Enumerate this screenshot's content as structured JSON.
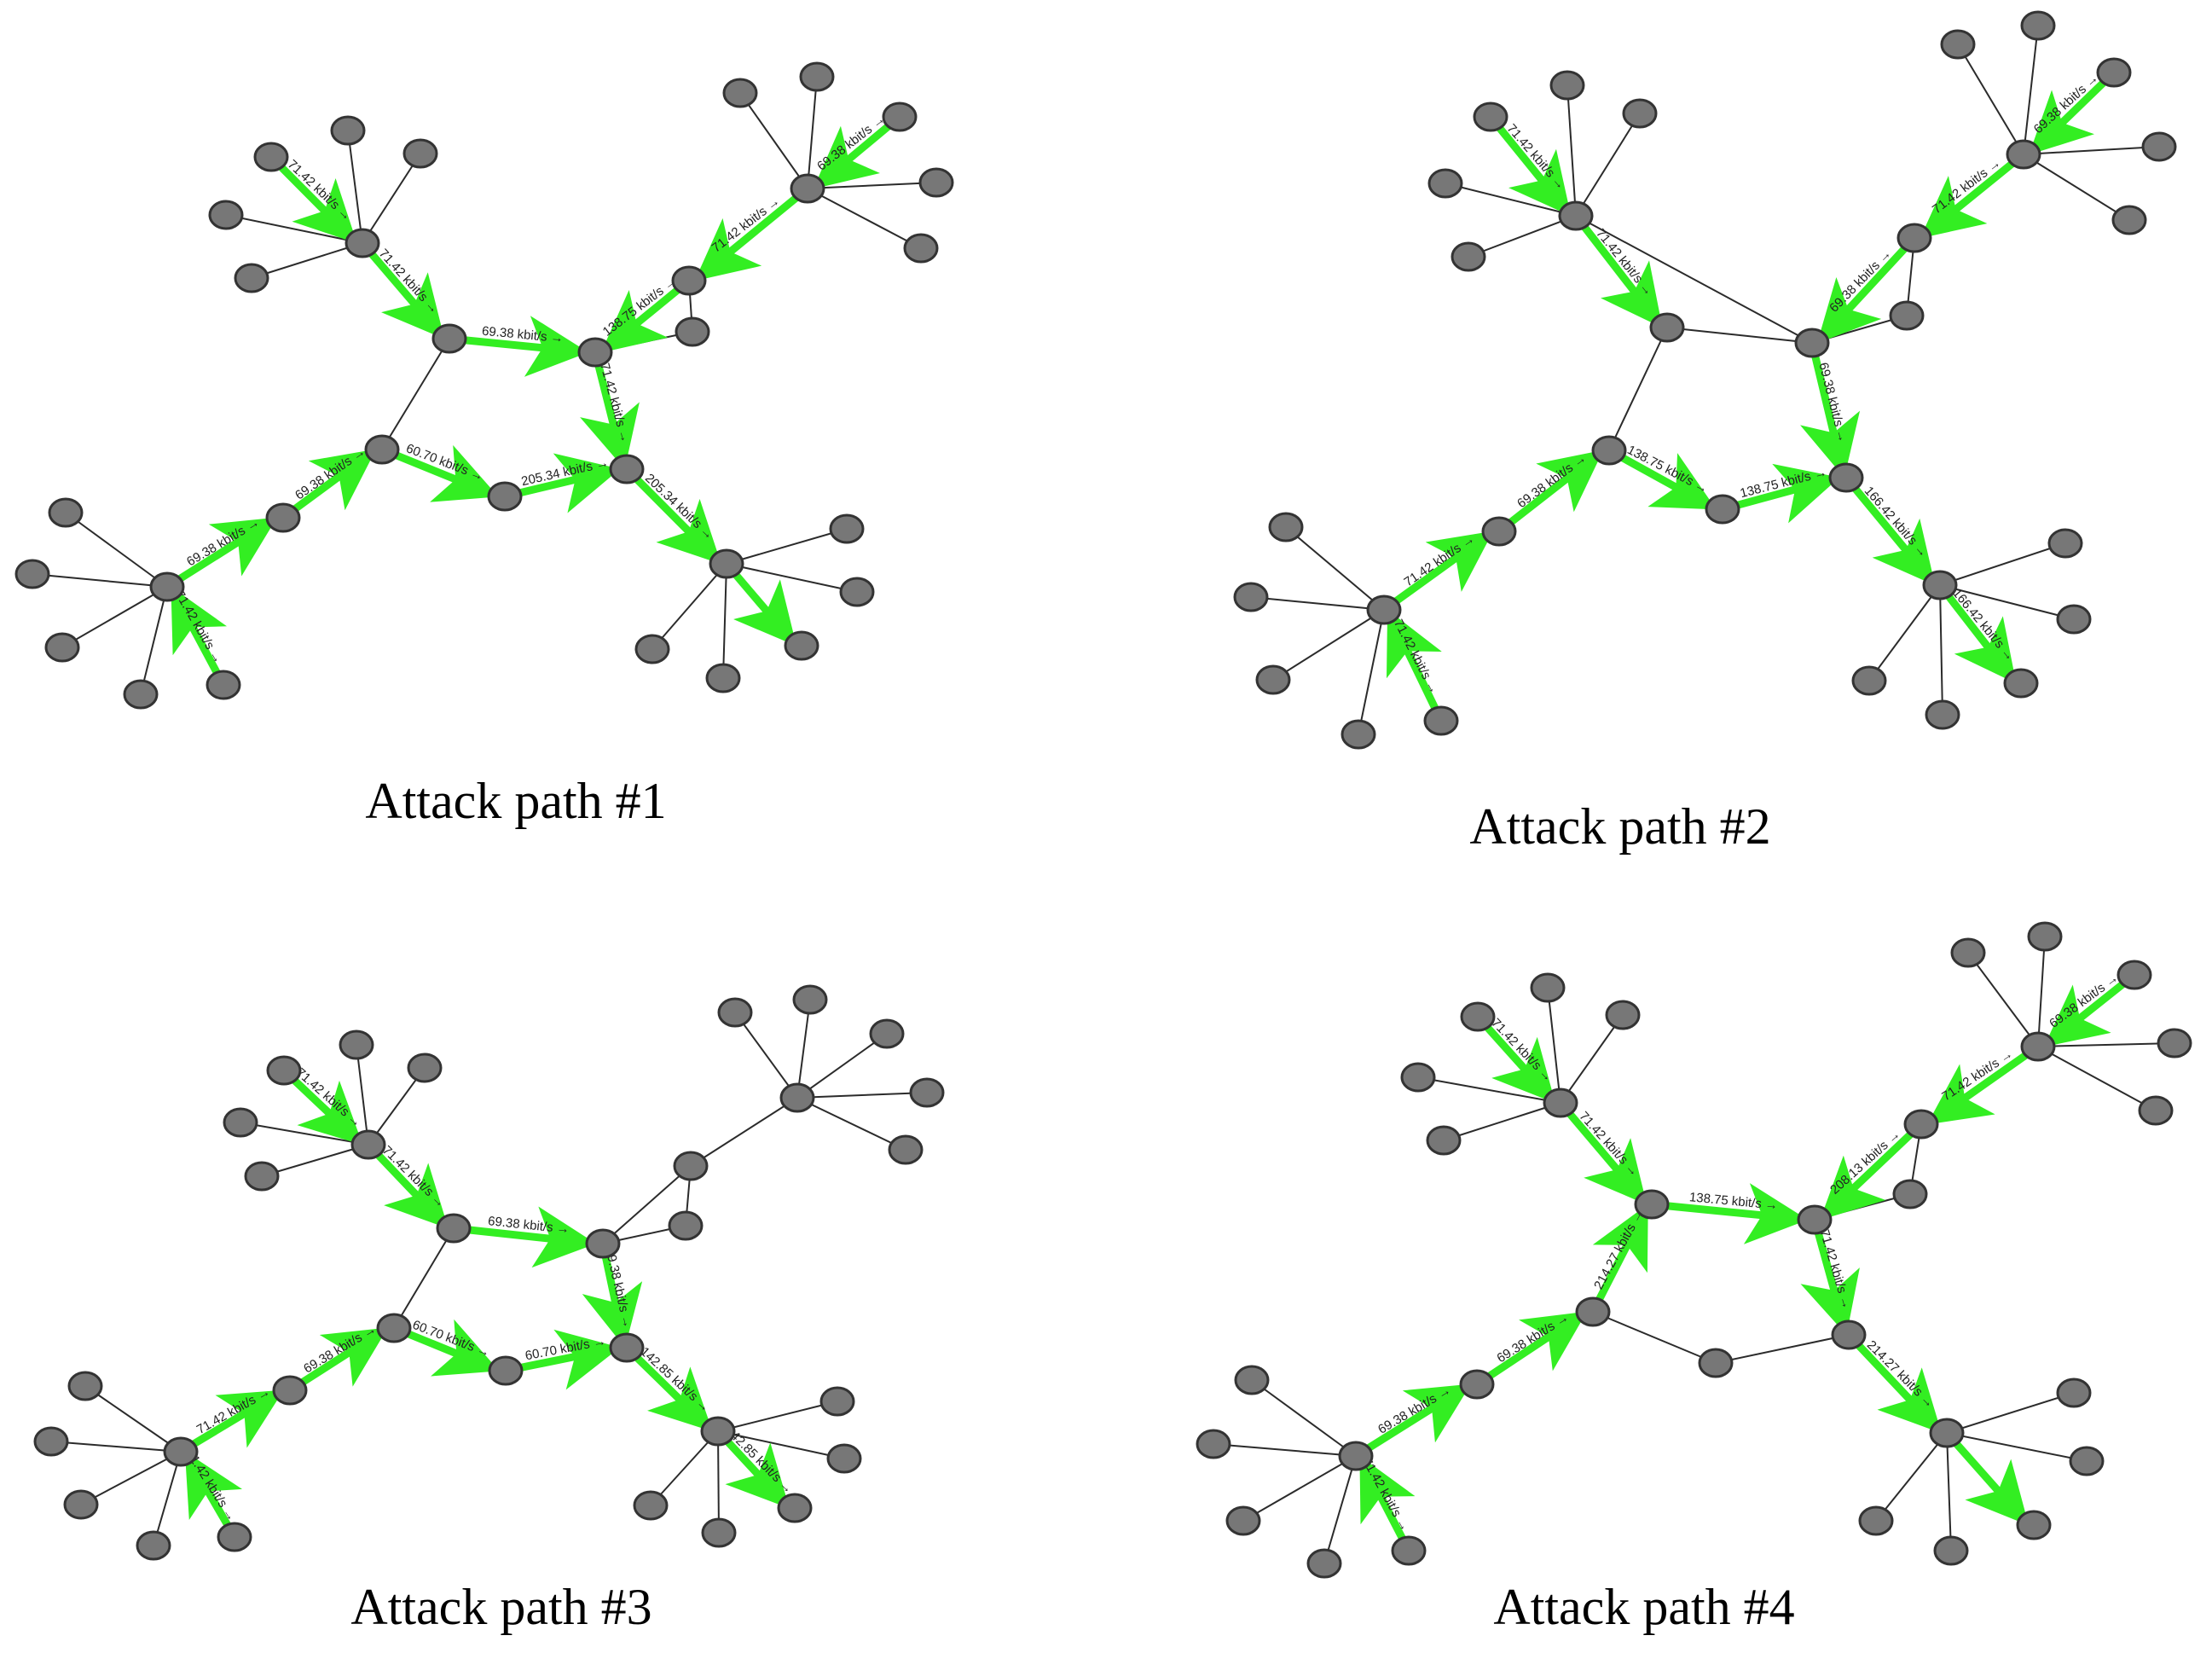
{
  "colors": {
    "attack": "#33ee22",
    "node": "#777777",
    "edge": "#2b2b2b"
  },
  "panels": [
    {
      "caption": "Attack path #1",
      "labels": [
        "71.42 kbit/s",
        "71.42 kbit/s",
        "69.38 kbit/s",
        "69.38 kbit/s",
        "71.42 kbit/s",
        "138.75 kbit/s",
        "71.42 kbit/s",
        "71.42 kbit/s",
        "69.38 kbit/s",
        "69.38 kbit/s",
        "60.70 kbit/s",
        "205.34 kbit/s",
        "205.34 kbit/s"
      ]
    },
    {
      "caption": "Attack path #2",
      "labels": [
        "71.42 kbit/s",
        "71.42 kbit/s",
        "69.38 kbit/s",
        "71.42 kbit/s",
        "69.38 kbit/s",
        "69.38 kbit/s",
        "71.42 kbit/s",
        "71.42 kbit/s",
        "69.38 kbit/s",
        "138.75 kbit/s",
        "138.75 kbit/s",
        "166.42 kbit/s",
        "166.42 kbit/s"
      ]
    },
    {
      "caption": "Attack path #3",
      "labels": [
        "71.42 kbit/s",
        "71.42 kbit/s",
        "69.38 kbit/s",
        "69.38 kbit/s",
        "71.42 kbit/s",
        "71.42 kbit/s",
        "69.38 kbit/s",
        "60.70 kbit/s",
        "60.70 kbit/s",
        "142.85 kbit/s",
        "142.85 kbit/s"
      ]
    },
    {
      "caption": "Attack path #4",
      "labels": [
        "71.42 kbit/s",
        "71.42 kbit/s",
        "138.75 kbit/s",
        "69.38 kbit/s",
        "71.42 kbit/s",
        "208.13 kbit/s",
        "71.42 kbit/s",
        "71.42 kbit/s",
        "69.38 kbit/s",
        "69.38 kbit/s",
        "214.27 kbit/s",
        "214.27 kbit/s"
      ]
    }
  ]
}
